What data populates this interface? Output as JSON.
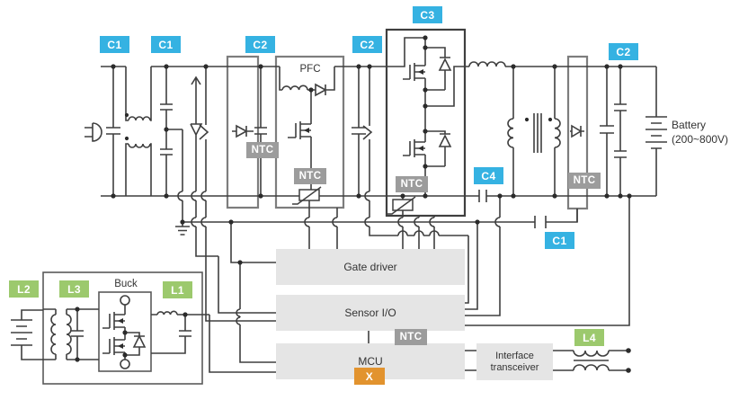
{
  "badges": {
    "c1_a": "C1",
    "c1_b": "C1",
    "c2_a": "C2",
    "c2_b": "C2",
    "c3": "C3",
    "c2_c": "C2",
    "c4": "C4",
    "c1_c": "C1",
    "l1": "L1",
    "l2": "L2",
    "l3": "L3",
    "l4": "L4",
    "ntc_bridge": "NTC",
    "ntc_pfc": "NTC",
    "ntc_llc": "NTC",
    "ntc_rect": "NTC",
    "ntc_mcu": "NTC",
    "x_mcu": "X"
  },
  "blocks": {
    "pfc": "PFC",
    "buck": "Buck",
    "gate_driver": "Gate driver",
    "sensor_io": "Sensor I/O",
    "mcu": "MCU",
    "interface_line1": "Interface",
    "interface_line2": "transceiver"
  },
  "battery": {
    "line1": "Battery",
    "line2": "(200~800V)"
  },
  "colors": {
    "badge_cyan": "#35b2e2",
    "badge_green": "#9cc96d",
    "badge_grey": "#9c9c9c",
    "badge_orange": "#e2932e",
    "block_fill": "#e5e5e5",
    "wire": "#3f3f3f"
  }
}
